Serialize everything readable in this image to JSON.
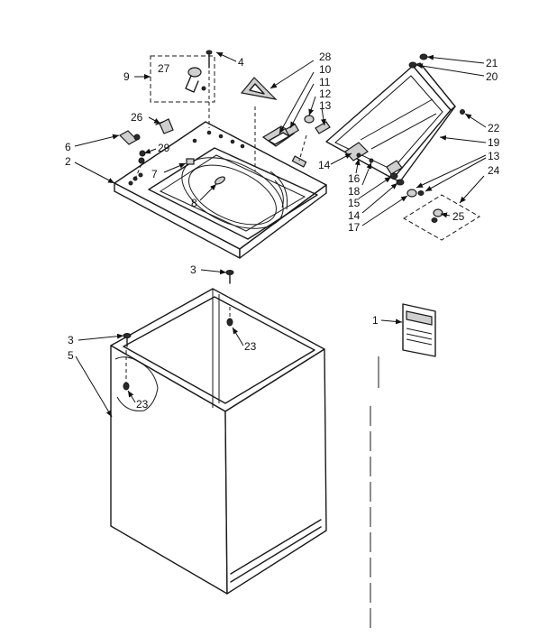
{
  "callouts": [
    {
      "id": "c4",
      "text": "4"
    },
    {
      "id": "c9",
      "text": "9"
    },
    {
      "id": "c27",
      "text": "27"
    },
    {
      "id": "c28",
      "text": "28"
    },
    {
      "id": "c10",
      "text": "10"
    },
    {
      "id": "c11",
      "text": "11"
    },
    {
      "id": "c12",
      "text": "12"
    },
    {
      "id": "c13a",
      "text": "13"
    },
    {
      "id": "c26",
      "text": "26"
    },
    {
      "id": "c6",
      "text": "6"
    },
    {
      "id": "c29",
      "text": "29"
    },
    {
      "id": "c2",
      "text": "2"
    },
    {
      "id": "c7",
      "text": "7"
    },
    {
      "id": "c8",
      "text": "8"
    },
    {
      "id": "c14a",
      "text": "14"
    },
    {
      "id": "c16",
      "text": "16"
    },
    {
      "id": "c18",
      "text": "18"
    },
    {
      "id": "c15",
      "text": "15"
    },
    {
      "id": "c14b",
      "text": "14"
    },
    {
      "id": "c17",
      "text": "17"
    },
    {
      "id": "c21",
      "text": "21"
    },
    {
      "id": "c20",
      "text": "20"
    },
    {
      "id": "c22",
      "text": "22"
    },
    {
      "id": "c19",
      "text": "19"
    },
    {
      "id": "c13b",
      "text": "13"
    },
    {
      "id": "c24",
      "text": "24"
    },
    {
      "id": "c25",
      "text": "25"
    },
    {
      "id": "c3a",
      "text": "3"
    },
    {
      "id": "c23a",
      "text": "23"
    },
    {
      "id": "c1",
      "text": "1"
    },
    {
      "id": "c3b",
      "text": "3"
    },
    {
      "id": "c5",
      "text": "5"
    },
    {
      "id": "c23b",
      "text": "23"
    }
  ]
}
